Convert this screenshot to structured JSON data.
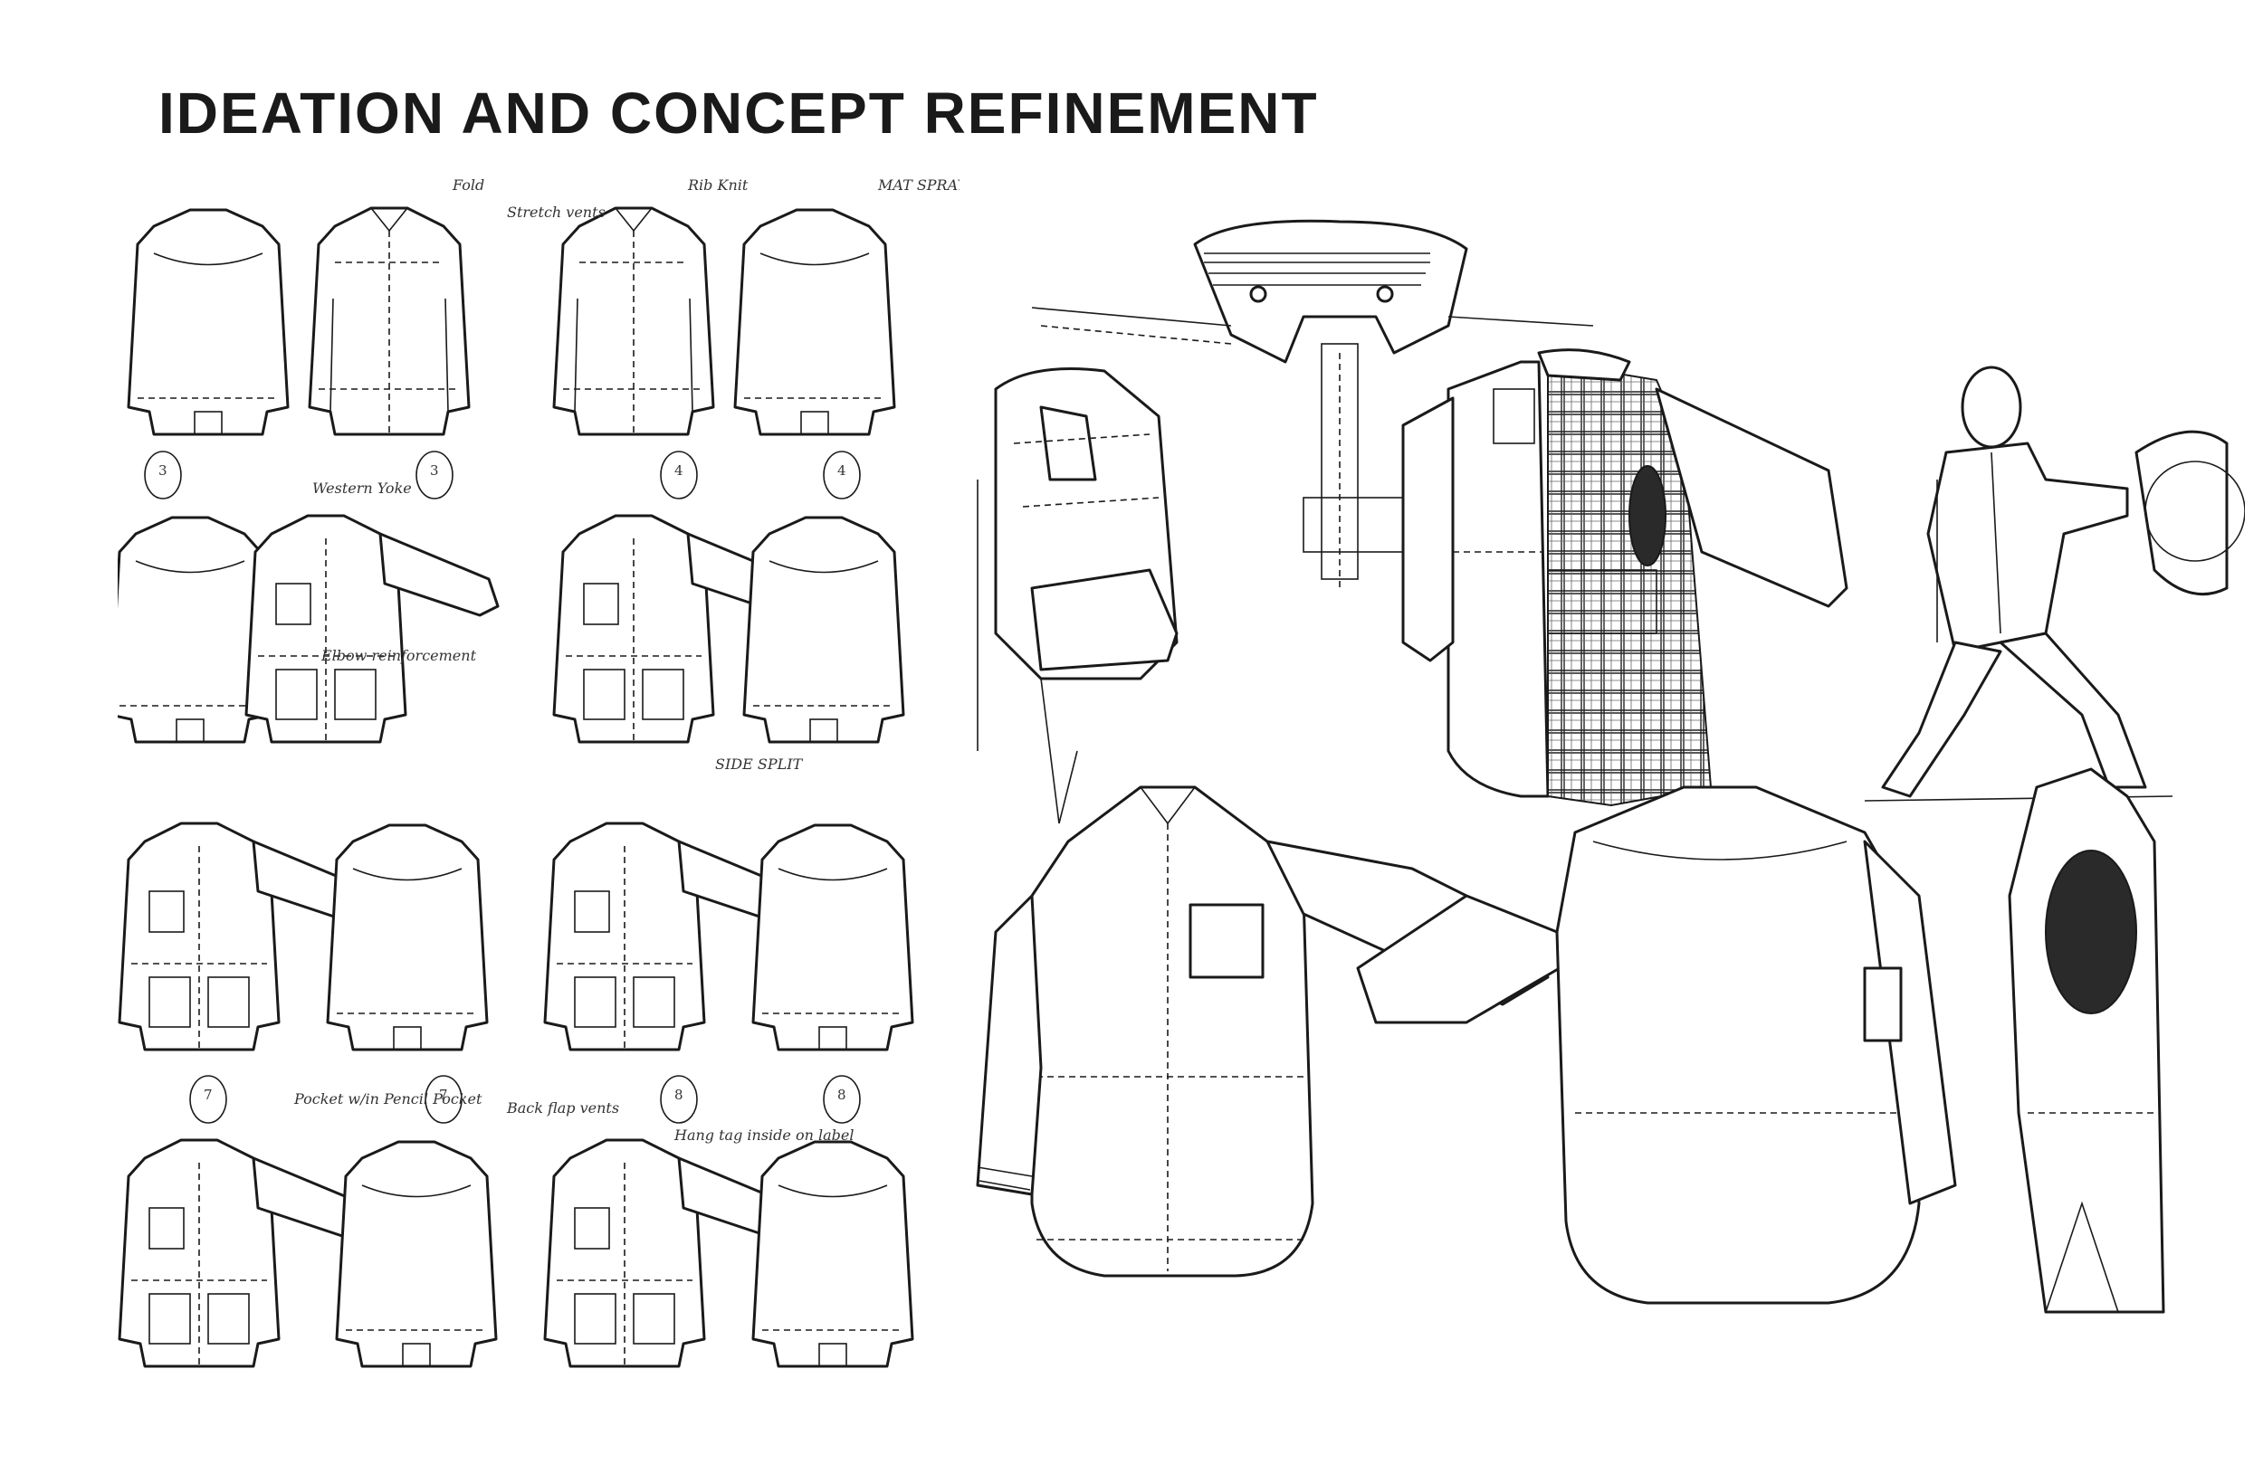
{
  "page": {
    "title": "Ideation and Concept Refinement"
  },
  "annotations": {
    "fold": "Fold",
    "stretch_vents": "Stretch vents",
    "rib_knit": "Rib Knit",
    "mat_spray_vent": "MAT SPRAY VENT",
    "western_yoke": "Western Yoke",
    "elbow_reinforcement": "Elbow reinforcement",
    "side_split": "SIDE SPLIT",
    "pocket_in_pencil_pocket": "Pocket w/in Pencil Pocket",
    "back_flap_vents": "Back flap vents",
    "hang_tag_inside_on_label": "Hang tag inside on label"
  },
  "sketch_numbers": [
    "3",
    "3",
    "4",
    "4",
    "7",
    "7",
    "8",
    "8"
  ]
}
